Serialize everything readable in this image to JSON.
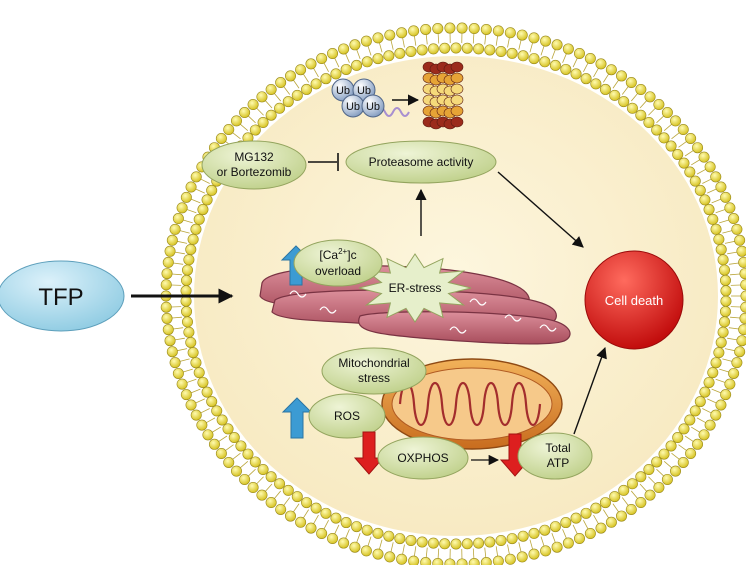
{
  "tfp": {
    "label": "TFP"
  },
  "nodes": {
    "mg132": {
      "line1": "MG132",
      "line2": "or Bortezomib"
    },
    "proteasome": {
      "label": "Proteasome activity"
    },
    "ca_overload": {
      "line1_pre": "[Ca",
      "line1_sup": "2+",
      "line1_post": "]c",
      "line2": "overload"
    },
    "er_stress": {
      "label": "ER-stress"
    },
    "cell_death": {
      "label": "Cell death"
    },
    "mito_stress": {
      "line1": "Mitochondrial",
      "line2": "stress"
    },
    "ros": {
      "label": "ROS"
    },
    "oxphos": {
      "label": "OXPHOS"
    },
    "total_atp": {
      "line1": "Total",
      "line2": "ATP"
    }
  },
  "ubiquitin": {
    "label": "Ub"
  },
  "colors": {
    "cytoplasm": "#fbf1d3",
    "node_fill": "#d7e3b0",
    "tfp_fill": "#a9d8ea",
    "cell_death": "#e11b1b",
    "up_arrow": "#3c9bd3",
    "down_arrow": "#dd1f1f",
    "er": "#c46e7c",
    "mito_outer": "#e89a3c",
    "mito_inner": "#a32d2d"
  }
}
